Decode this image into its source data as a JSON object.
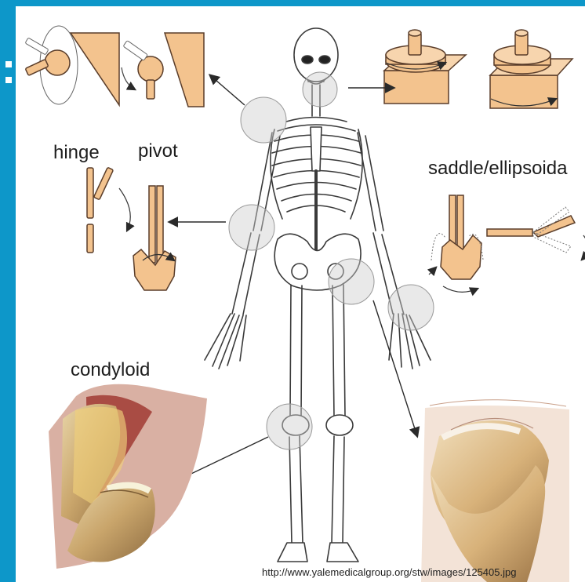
{
  "labels": {
    "hinge": "hinge",
    "pivot": "pivot",
    "saddle_ellipsoidal": "saddle/ellipsoida",
    "condyloid": "condyloid"
  },
  "source_url": "http://www.yalemedicalgroup.org/stw/images/125405.jpg",
  "colors": {
    "background_blue": "#0d97c9",
    "joint_shape": "#f3c38e",
    "joint_outline": "#5a3d2a",
    "highlight_circle": "#cfcfcf",
    "skeleton_outline": "#3a3a3a",
    "bone_photo": "#c9b07f"
  },
  "icons": {
    "bullet": "square-bullet",
    "arrow": "arrow-icon"
  }
}
